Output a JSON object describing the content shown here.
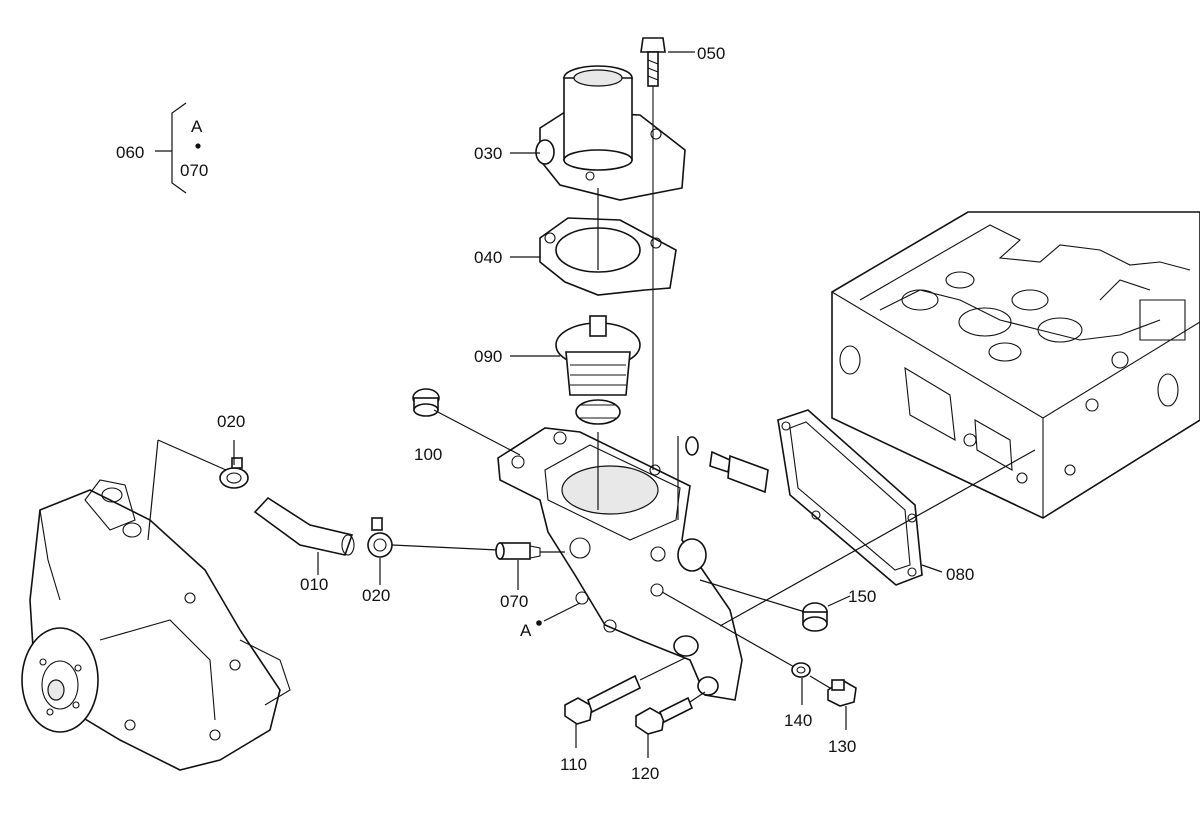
{
  "callouts": {
    "p010": "010",
    "p020a": "020",
    "p020b": "020",
    "p030": "030",
    "p040": "040",
    "p050": "050",
    "p060": "060",
    "p070": "070",
    "p080": "080",
    "p090": "090",
    "p100": "100",
    "p110": "110",
    "p120": "120",
    "p130": "130",
    "p140": "140",
    "p150": "150"
  },
  "group": {
    "name": "060",
    "ref": "A",
    "member": "070"
  },
  "ref_point_label": "A"
}
